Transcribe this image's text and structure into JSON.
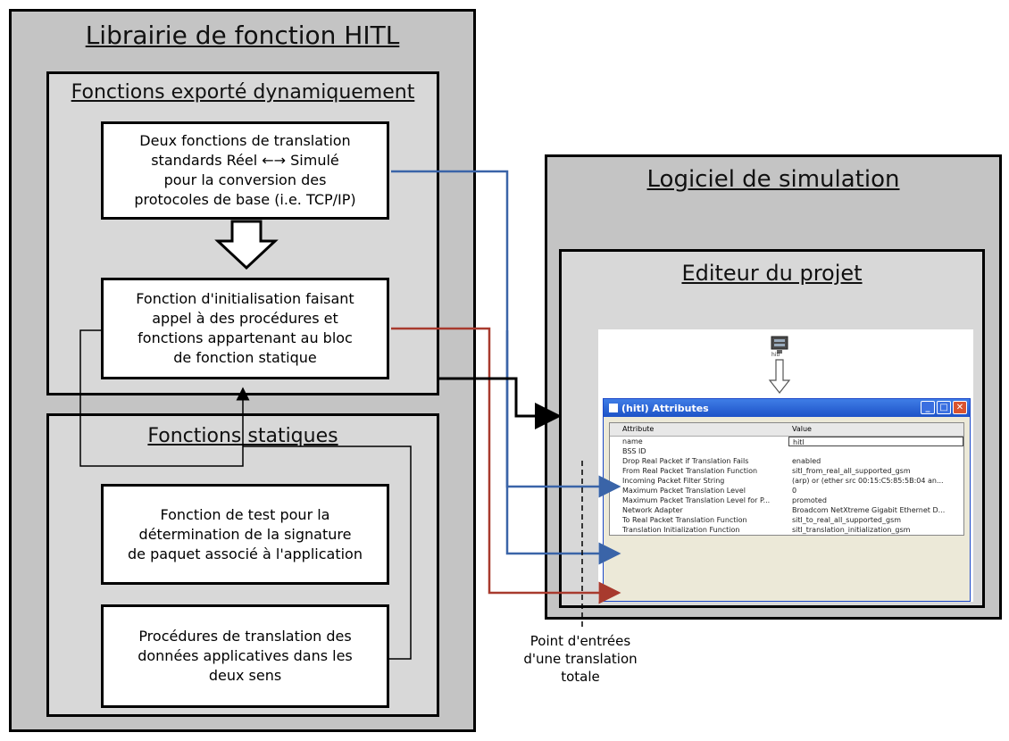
{
  "library": {
    "title": "Librairie de fonction HITL",
    "dynamic": {
      "title": "Fonctions exporté dynamiquement",
      "translation_box": "Deux fonctions de translation\nstandards Réel  ←→ Simulé\npour la conversion des\nprotocoles de base (i.e. TCP/IP)",
      "init_box": "Fonction d'initialisation faisant\nappel à des procédures  et\nfonctions appartenant au bloc\nde fonction statique"
    },
    "static": {
      "title": "Fonctions statiques",
      "test_box": "Fonction de test  pour la\ndétermination de la signature\nde paquet associé à l'application",
      "proc_box": "Procédures de translation des\ndonnées applicatives  dans les\ndeux sens"
    }
  },
  "simulation": {
    "title": "Logiciel de simulation",
    "editor": {
      "title": "Editeur du projet",
      "node_label": "hitl",
      "window": {
        "title": "(hitl) Attributes",
        "col_attribute": "Attribute",
        "col_value": "Value",
        "rows": [
          {
            "attr": "name",
            "value": "hitl"
          },
          {
            "attr": "BSS ID",
            "value": ""
          },
          {
            "attr": "Drop Real Packet if Translation Fails",
            "value": "enabled"
          },
          {
            "attr": "From Real Packet Translation Function",
            "value": "sitl_from_real_all_supported_gsm"
          },
          {
            "attr": "Incoming Packet Filter String",
            "value": "(arp) or (ether src 00:15:C5:85:5B:04 an..."
          },
          {
            "attr": "Maximum Packet Translation Level",
            "value": "0"
          },
          {
            "attr": "Maximum Packet Translation Level for P...",
            "value": "promoted"
          },
          {
            "attr": "Network Adapter",
            "value": "Broadcom NetXtreme Gigabit Ethernet D..."
          },
          {
            "attr": "To Real Packet Translation Function",
            "value": "sitl_to_real_all_supported_gsm"
          },
          {
            "attr": "Translation Initialization Function",
            "value": "sitl_translation_initialization_gsm"
          }
        ]
      }
    }
  },
  "annotation": "Point d'entrées\nd'une translation\ntotale",
  "colors": {
    "outer_panel": "#c4c4c4",
    "inner_panel": "#d8d8d8",
    "blue_arrow": "#3a64a8",
    "red_arrow": "#a83a2e",
    "black_arrow": "#000000"
  }
}
